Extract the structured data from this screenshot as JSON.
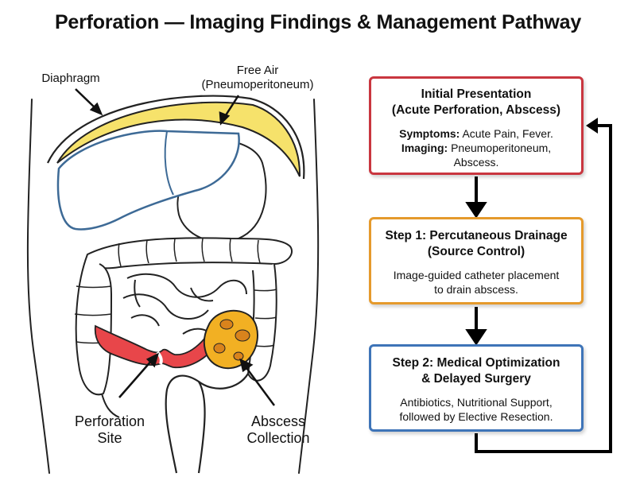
{
  "title": "Perforation — Imaging Findings & Management Pathway",
  "labels": {
    "diaphragm": "Diaphragm",
    "free_air_line1": "Free Air",
    "free_air_line2": "(Pneumoperitoneum)",
    "perforation_line1": "Perforation",
    "perforation_line2": "Site",
    "abscess_line1": "Abscess",
    "abscess_line2": "Collection"
  },
  "steps": [
    {
      "title_line1": "Initial Presentation",
      "title_line2": "(Acute Perforation, Abscess)",
      "symptoms_label": "Symptoms:",
      "symptoms_text": "Acute Pain, Fever.",
      "imaging_label": "Imaging:",
      "imaging_text": "Pneumoperitoneum,",
      "imaging_text2": "Abscess.",
      "color": "#c9363f"
    },
    {
      "title_line1": "Step 1: Percutaneous Drainage",
      "title_line2": "(Source Control)",
      "desc_line1": "Image-guided catheter placement",
      "desc_line2": "to drain abscess.",
      "color": "#e59a2c"
    },
    {
      "title_line1": "Step 2: Medical Optimization",
      "title_line2": "& Delayed Surgery",
      "desc_line1": "Antibiotics, Nutritional Support,",
      "desc_line2": "followed by Elective Resection.",
      "color": "#3e74b8"
    }
  ],
  "colors": {
    "free_air": "#f6e26b",
    "liver_outline": "#3d6a96",
    "bowel_perforated": "#e8464a",
    "abscess": "#f2b023"
  }
}
